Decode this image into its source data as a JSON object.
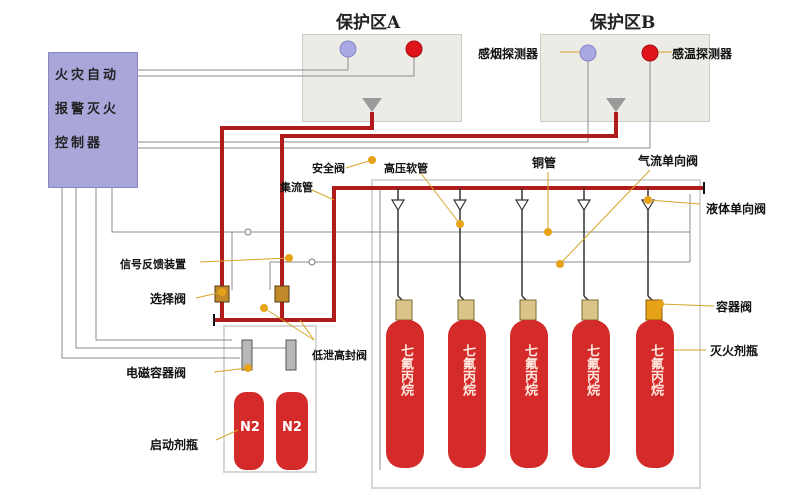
{
  "zones": {
    "a_title": "保护区A",
    "b_title": "保护区B"
  },
  "controller": {
    "line1": "火灾自动",
    "line2": "报警灭火",
    "line3": "控制器"
  },
  "labels": {
    "smoke_detector": "感烟探测器",
    "heat_detector": "感温探测器",
    "safety_valve": "安全阀",
    "manifold": "集流管",
    "high_pressure_hose": "高压软管",
    "copper_pipe": "铜管",
    "gas_check_valve": "气流单向阀",
    "liquid_check_valve": "液体单向阀",
    "signal_feedback": "信号反馈装置",
    "selector_valve": "选择阀",
    "container_valve": "容器阀",
    "solenoid_valve": "电磁容器阀",
    "low_leak_valve": "低泄高封阀",
    "extinguisher_bottle": "灭火剂瓶",
    "start_bottle": "启动剂瓶"
  },
  "agent_bottles": [
    {
      "text": "七氟丙烷"
    },
    {
      "text": "七氟丙烷"
    },
    {
      "text": "七氟丙烷"
    },
    {
      "text": "七氟丙烷"
    },
    {
      "text": "七氟丙烷"
    }
  ],
  "start_bottles": [
    {
      "text": "N2"
    },
    {
      "text": "N2"
    }
  ],
  "colors": {
    "pipe_red": "#b01c1c",
    "bottle_red": "#d42a2a",
    "controller": "#a9a6da",
    "smoke_detector": "#a9a8e3",
    "heat_detector": "#e0141b",
    "wire_gray": "#8c8c8c",
    "valve_gold": "#e8a217"
  }
}
